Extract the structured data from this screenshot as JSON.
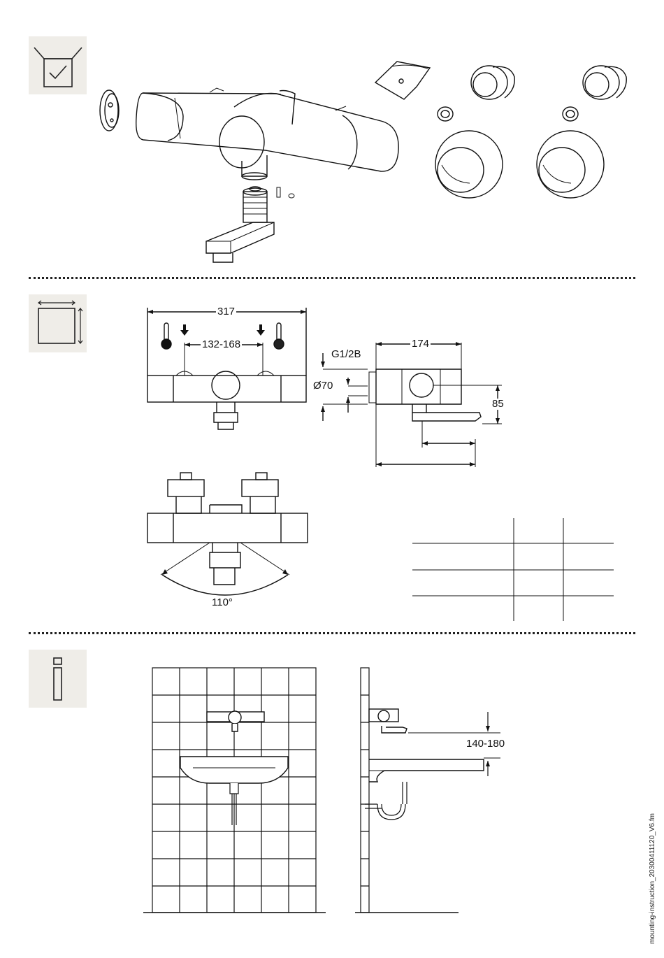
{
  "sections": [
    {
      "id": "scope-of-delivery",
      "icon": "package-check-icon"
    },
    {
      "id": "dimensions",
      "icon": "dimensions-square-icon"
    },
    {
      "id": "installation-info",
      "icon": "info-icon"
    }
  ],
  "dimensions": {
    "overall_width": "317",
    "centers": "132-168",
    "connection_thread": "G1/2B",
    "rosette_diameter": "Ø70",
    "projection": "174",
    "outlet_height": "85",
    "swivel_angle": "110°",
    "installation_height": "140-180"
  },
  "footer": {
    "filename": "mounting-instruction_20300411120_V6.fm"
  },
  "colors": {
    "icon_background": "#efede8",
    "line": "#111111",
    "cold_indicator": "#222222"
  }
}
